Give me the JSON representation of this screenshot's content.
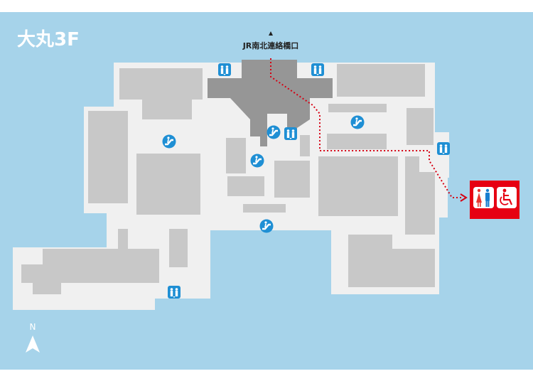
{
  "map": {
    "title": "大丸3F",
    "exit_label": "JR南北連絡橋口",
    "north_label": "N"
  },
  "colors": {
    "water": "#a6d3ea",
    "floor": "#f0f0f0",
    "store": "#c8c8c8",
    "atrium": "#969696",
    "icon_blue": "#1f8fd4",
    "restroom_red": "#e60012",
    "route": "#d60012",
    "male": "#1a7fd0",
    "female": "#e8352e"
  },
  "icons": {
    "elevator": "elevator-icon",
    "escalator": "escalator-icon",
    "restroom": "restroom-icon",
    "accessible": "wheelchair-icon"
  }
}
